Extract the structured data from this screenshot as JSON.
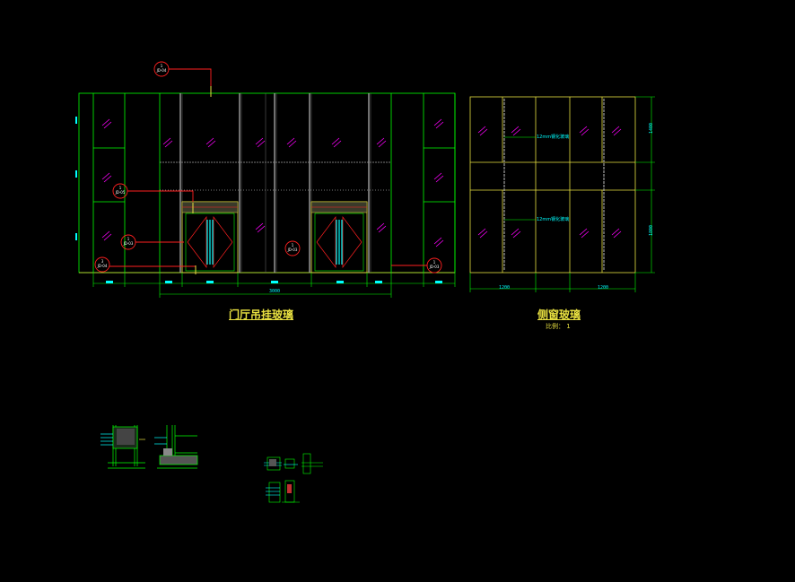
{
  "drawing": {
    "left_title": "门厅吊挂玻璃",
    "right_title": "侧窗玻璃",
    "right_scale": "比例： 1"
  },
  "dimensions": {
    "bottom_total": "3000",
    "right_w1": "1200",
    "right_w2": "1200",
    "right_h1": "1400",
    "right_h2": "1800"
  },
  "notes": {
    "glass_note_1": "12mm钢化玻璃",
    "glass_note_2": "12mm钢化玻璃"
  },
  "callouts": [
    {
      "num": "1",
      "ref": "JD-04"
    },
    {
      "num": "1",
      "ref": "JD-05"
    },
    {
      "num": "1",
      "ref": "JD-03"
    },
    {
      "num": "3",
      "ref": "JD-04"
    },
    {
      "num": "1",
      "ref": "JD-03"
    },
    {
      "num": "1",
      "ref": "JD-03"
    }
  ],
  "colors": {
    "outline": "#00ff00",
    "frame": "#e8e040",
    "glass_mark": "#ff00ff",
    "callout": "#ff2020",
    "mullion": "#a0a0a0",
    "dimension": "#00ffff"
  }
}
